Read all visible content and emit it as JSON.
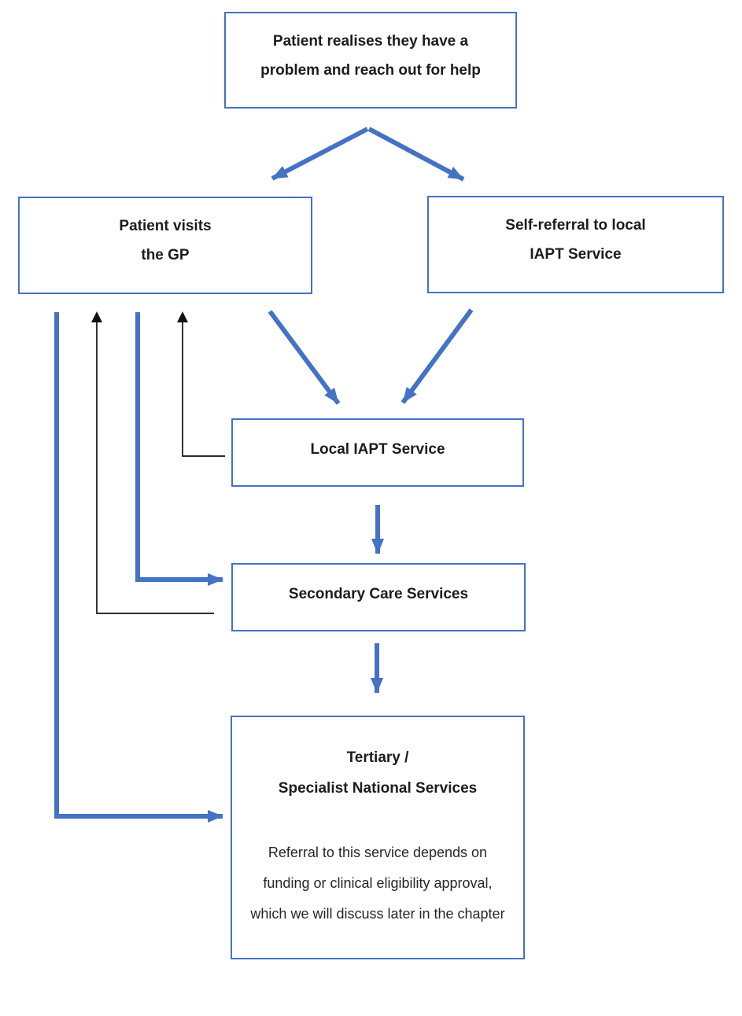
{
  "diagram": {
    "description": "Patient referral pathway flowchart",
    "colors": {
      "box_border": "#4472C4",
      "arrow_blue": "#4472C4",
      "arrow_black": "#111111",
      "background": "#ffffff",
      "text": "#1c1c1c"
    },
    "nodes": {
      "realise": {
        "line1": "Patient realises they have a",
        "line2": "problem and reach out for help"
      },
      "gp": {
        "line1": "Patient visits",
        "line2": "the GP"
      },
      "self_referral": {
        "line1": "Self-referral to local",
        "line2": "IAPT Service"
      },
      "iapt": {
        "label": "Local IAPT Service"
      },
      "secondary": {
        "label": "Secondary Care Services"
      },
      "tertiary": {
        "title_line1": "Tertiary /",
        "title_line2": "Specialist National Services",
        "body_line1": "Referral to this service depends on",
        "body_line2": "funding or clinical eligibility approval,",
        "body_line3": "which we will discuss later in the chapter"
      }
    },
    "edges": [
      {
        "from": "realise",
        "to": "gp",
        "style": "blue-thick-diagonal"
      },
      {
        "from": "realise",
        "to": "self_referral",
        "style": "blue-thick-diagonal"
      },
      {
        "from": "gp",
        "to": "iapt",
        "style": "blue-thick-diagonal"
      },
      {
        "from": "self_referral",
        "to": "iapt",
        "style": "blue-thick-diagonal"
      },
      {
        "from": "iapt",
        "to": "secondary",
        "style": "blue-thick-vertical"
      },
      {
        "from": "secondary",
        "to": "tertiary",
        "style": "blue-thick-vertical"
      },
      {
        "from": "gp",
        "to": "secondary",
        "style": "blue-thick-elbow"
      },
      {
        "from": "gp",
        "to": "tertiary",
        "style": "blue-thick-elbow"
      },
      {
        "from": "iapt",
        "to": "gp",
        "style": "black-thin-elbow"
      },
      {
        "from": "secondary",
        "to": "gp",
        "style": "black-thin-elbow"
      }
    ]
  }
}
